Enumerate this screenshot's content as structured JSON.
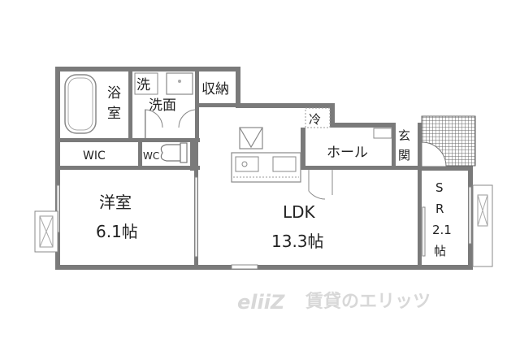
{
  "floor_plan": {
    "rooms": [
      {
        "id": "bath",
        "label_line1": "浴",
        "label_line2": "室"
      },
      {
        "id": "laundry",
        "label": "洗"
      },
      {
        "id": "washroom",
        "label": "洗面"
      },
      {
        "id": "storage",
        "label": "収納"
      },
      {
        "id": "wic",
        "label": "WIC"
      },
      {
        "id": "wc",
        "label": "WC"
      },
      {
        "id": "fridge",
        "label": "冷"
      },
      {
        "id": "hall",
        "label": "ホール"
      },
      {
        "id": "entrance",
        "label_line1": "玄",
        "label_line2": "関"
      },
      {
        "id": "western",
        "label_line1": "洋室",
        "label_line2": "6.1帖"
      },
      {
        "id": "ldk",
        "label_line1": "LDK",
        "label_line2": "13.3帖"
      },
      {
        "id": "sr",
        "label_line1": "S",
        "label_line2": "R",
        "label_line3": "2.1",
        "label_line4": "帖"
      }
    ],
    "colors": {
      "wall": "#7a7a7a",
      "line": "#8a8a8a",
      "watermark": "#d8d8d8"
    }
  },
  "watermark": {
    "logo": "eliiZ",
    "text": "賃貸のエリッツ"
  }
}
